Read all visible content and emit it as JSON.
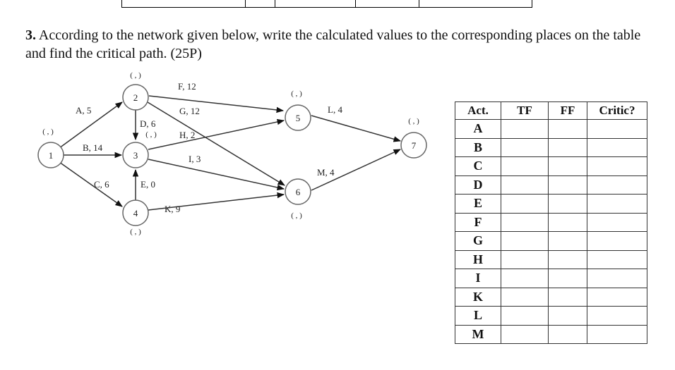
{
  "question": {
    "number": "3.",
    "text": "According to the network given below, write the calculated values to the corresponding places on the table and find the critical path. (25P)"
  },
  "network": {
    "nodes": [
      {
        "id": "1",
        "label": "1",
        "placeholder": "( , )"
      },
      {
        "id": "2",
        "label": "2",
        "placeholder": "( , )"
      },
      {
        "id": "3",
        "label": "3",
        "placeholder": "( , )"
      },
      {
        "id": "4",
        "label": "4",
        "placeholder": "( , )"
      },
      {
        "id": "5",
        "label": "5",
        "placeholder": "( , )"
      },
      {
        "id": "6",
        "label": "6",
        "placeholder": "( , )"
      },
      {
        "id": "7",
        "label": "7",
        "placeholder": "( , )"
      }
    ],
    "activities": [
      {
        "label": "A, 5"
      },
      {
        "label": "B, 14"
      },
      {
        "label": "C, 6"
      },
      {
        "label": "D, 6"
      },
      {
        "label": "E, 0"
      },
      {
        "label": "F, 12"
      },
      {
        "label": "G, 12"
      },
      {
        "label": "H, 2"
      },
      {
        "label": "I, 3"
      },
      {
        "label": "K, 9"
      },
      {
        "label": "L, 4"
      },
      {
        "label": "M, 4"
      }
    ]
  },
  "table": {
    "headers": [
      "Act.",
      "TF",
      "FF",
      "Critic?"
    ],
    "rows": [
      "A",
      "B",
      "C",
      "D",
      "E",
      "F",
      "G",
      "H",
      "I",
      "K",
      "L",
      "M"
    ]
  }
}
